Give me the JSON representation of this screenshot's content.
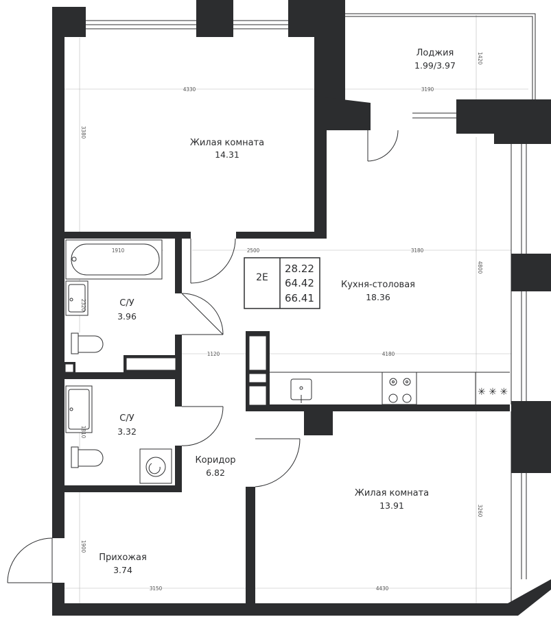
{
  "rooms": {
    "living1": {
      "name": "Жилая комната",
      "area": "14.31"
    },
    "loggia": {
      "name": "Лоджия",
      "area": "1.99/3.97"
    },
    "kitchen": {
      "name": "Кухня-столовая",
      "area": "18.36"
    },
    "bath1": {
      "name": "С/У",
      "area": "3.96"
    },
    "bath2": {
      "name": "С/У",
      "area": "3.32"
    },
    "corridor": {
      "name": "Коридор",
      "area": "6.82"
    },
    "living2": {
      "name": "Жилая комната",
      "area": "13.91"
    },
    "hallway": {
      "name": "Прихожая",
      "area": "3.74"
    }
  },
  "info": {
    "code": "2E",
    "area_living": "28.22",
    "area_total": "64.42",
    "area_full": "66.41"
  },
  "dimensions": {
    "d4330": "4330",
    "d3380": "3380",
    "d1420": "1420",
    "d3190": "3190",
    "d1910": "1910",
    "d2320": "2320",
    "d2500": "2500",
    "d3180": "3180",
    "d4800": "4800",
    "d1120": "1120",
    "d4180": "4180",
    "d1810": "1810",
    "d3260": "3260",
    "d1900": "1900",
    "d3150": "3150",
    "d4430": "4430"
  },
  "icons": {
    "stove": "stove-icon",
    "sink": "sink-icon",
    "toilet": "toilet-icon",
    "bathtub": "bathtub-icon",
    "washer": "washing-machine-icon",
    "hob": "hob-icon"
  }
}
